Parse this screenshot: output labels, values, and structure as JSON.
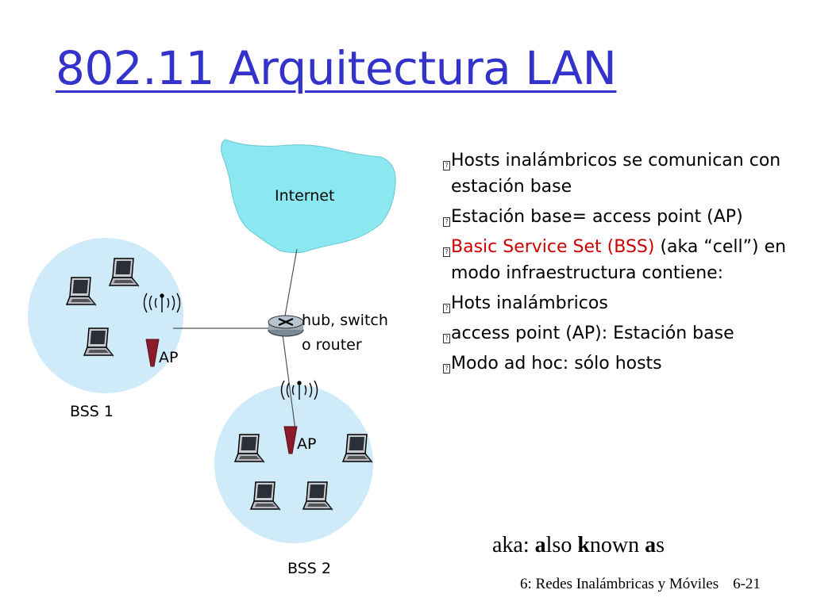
{
  "slide": {
    "title": "802.11 Arquitectura LAN"
  },
  "diagram": {
    "internet_label": "Internet",
    "router_label_line1": "hub, switch",
    "router_label_line2": "o router",
    "ap1_label": "AP",
    "ap2_label": "AP",
    "bss1_label": "BSS 1",
    "bss2_label": "BSS 2"
  },
  "bullets": [
    {
      "text": "Hosts inalámbricos se comunican con estación base"
    },
    {
      "text": "Estación base= access point (AP)"
    },
    {
      "text_red": "Basic Service Set (BSS)",
      "text": " (aka “cell”) en modo infraestructura contiene:"
    },
    {
      "text": "Hots inalámbricos"
    },
    {
      "text": "access point (AP): Estación base"
    },
    {
      "text": "Modo ad hoc: sólo hosts"
    }
  ],
  "aka": {
    "prefix": "aka: ",
    "b1": "a",
    "r1": "lso ",
    "b2": "k",
    "r2": "nown ",
    "b3": "a",
    "r3": "s"
  },
  "footer": {
    "chapter": "6: Redes Inalámbricas y Móviles",
    "page": "6-21"
  },
  "colors": {
    "title": "#3333cc",
    "cloud": "#8ce8f0",
    "bss_circle": "#cfeaf8",
    "highlight": "#cc0000",
    "ap": "#8b1a2a"
  }
}
